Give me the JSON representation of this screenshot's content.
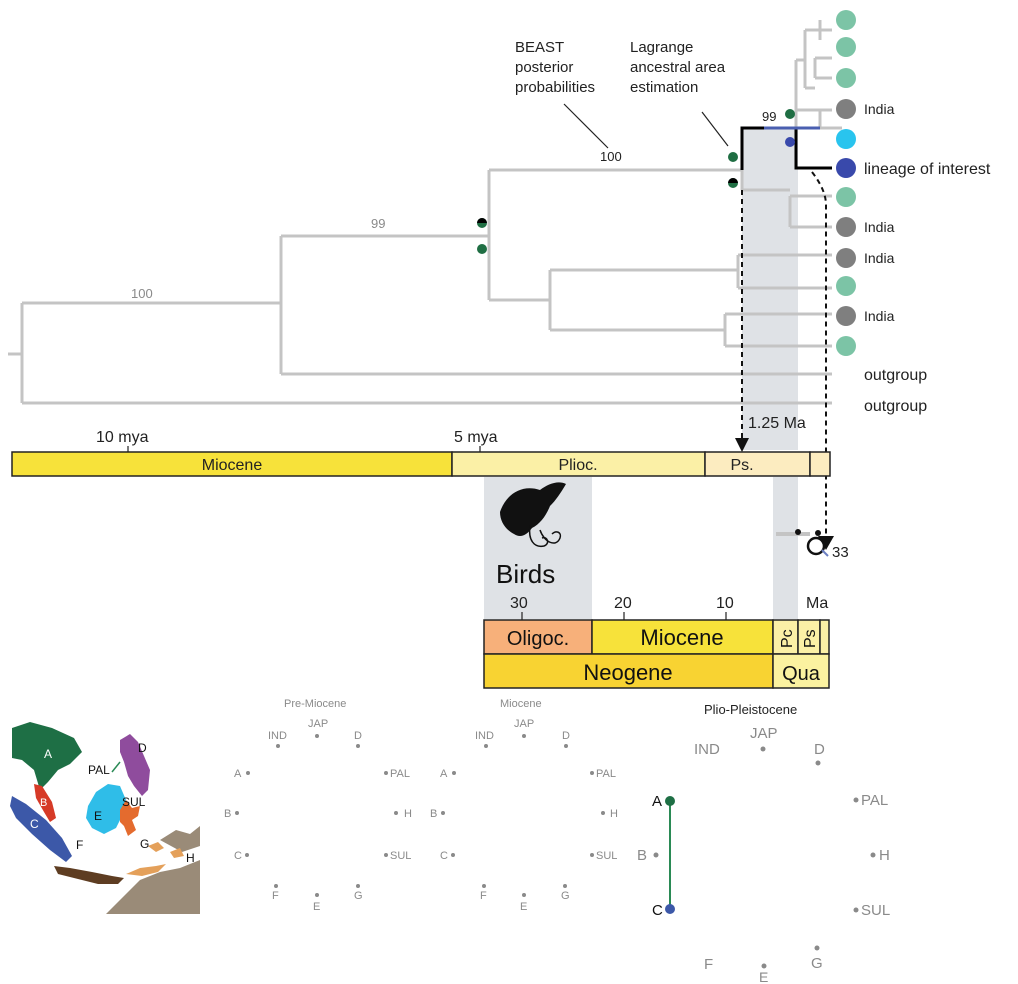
{
  "annotations": {
    "beast": [
      "BEAST",
      "posterior",
      "probabilities"
    ],
    "lagrange": [
      "Lagrange",
      "ancestral area",
      "estimation"
    ],
    "lineage_of_interest": "lineage of interest",
    "divergence_time": "1.25 Ma",
    "node_count": "33"
  },
  "tree": {
    "support_values": [
      "100",
      "99",
      "100",
      "99"
    ],
    "tip_labels": [
      "India",
      "India",
      "India",
      "India"
    ],
    "outgroup_labels": [
      "outgroup",
      "outgroup"
    ],
    "colors": {
      "branch": "#c4c4c4",
      "highlight": "#000000",
      "blue_branch": "#4a5fb0",
      "teal_tip": "#7cc4a6",
      "gray_tip": "#7f7f7f",
      "cyan_tip": "#29c4ee",
      "blue_tip": "#3949ab",
      "green_node": "#1f6e43"
    }
  },
  "timescale_main": {
    "ticks": [
      "10 mya",
      "5 mya"
    ],
    "epochs": [
      "Miocene",
      "Plioc.",
      "Ps."
    ]
  },
  "birds_panel": {
    "title": "Birds",
    "ticks": [
      "30",
      "20",
      "10",
      "Ma"
    ],
    "epochs": [
      "Oligoc.",
      "Miocene",
      "Pc",
      "Ps"
    ],
    "periods": [
      "Neogene",
      "Qua"
    ]
  },
  "map": {
    "regions": [
      "A",
      "B",
      "C",
      "D",
      "E",
      "F",
      "G",
      "H",
      "PAL",
      "SUL"
    ]
  },
  "area_panels": [
    {
      "title": "Pre-Miocene",
      "nodes": [
        "IND",
        "JAP",
        "D",
        "A",
        "PAL",
        "B",
        "H",
        "C",
        "SUL",
        "F",
        "E",
        "G"
      ]
    },
    {
      "title": "Miocene",
      "nodes": [
        "IND",
        "JAP",
        "D",
        "A",
        "PAL",
        "B",
        "H",
        "C",
        "SUL",
        "F",
        "E",
        "G"
      ]
    },
    {
      "title": "Plio-Pleistocene",
      "nodes": [
        "IND",
        "JAP",
        "D",
        "PAL",
        "A",
        "H",
        "B",
        "C",
        "SUL",
        "F",
        "E",
        "G"
      ]
    }
  ],
  "colors": {
    "epoch_yellow": "#f7e23a",
    "pliocene": "#fbf0a6",
    "pleistocene": "#fcecc0",
    "neogene": "#f8d332",
    "oligocene": "#f7b07a",
    "quaternary": "#fbf2a0",
    "shade": "#dfe2e6",
    "map_green": "#1e6f45",
    "map_red": "#d63a27",
    "map_blue": "#3c58a8",
    "map_purple": "#8f4c9d",
    "map_cyan": "#2fbde8",
    "map_orange": "#e46b2e",
    "map_brown": "#5e3d22",
    "map_tan": "#9a8b78"
  }
}
